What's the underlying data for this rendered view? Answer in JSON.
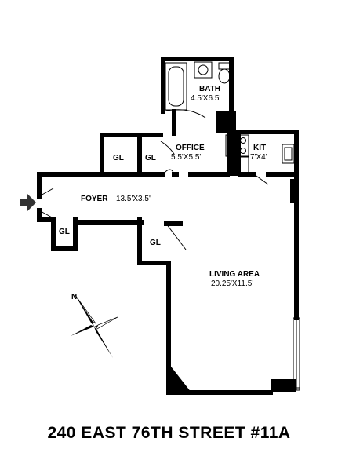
{
  "rooms": {
    "bath": {
      "label": "BATH",
      "dims": "4.5'X6.5'"
    },
    "office": {
      "label": "OFFICE",
      "dims": "5.5'X5.5'"
    },
    "kit": {
      "label": "KIT",
      "dims": "7'X4'"
    },
    "foyer": {
      "label": "FOYER",
      "dims": "13.5'X3.5'"
    },
    "living": {
      "label": "LIVING AREA",
      "dims": "20.25'X11.5'"
    },
    "closets": [
      "GL",
      "GL",
      "GL",
      "GL"
    ]
  },
  "compass": {
    "north": "N"
  },
  "address": "240 EAST 76TH STREET #11A"
}
